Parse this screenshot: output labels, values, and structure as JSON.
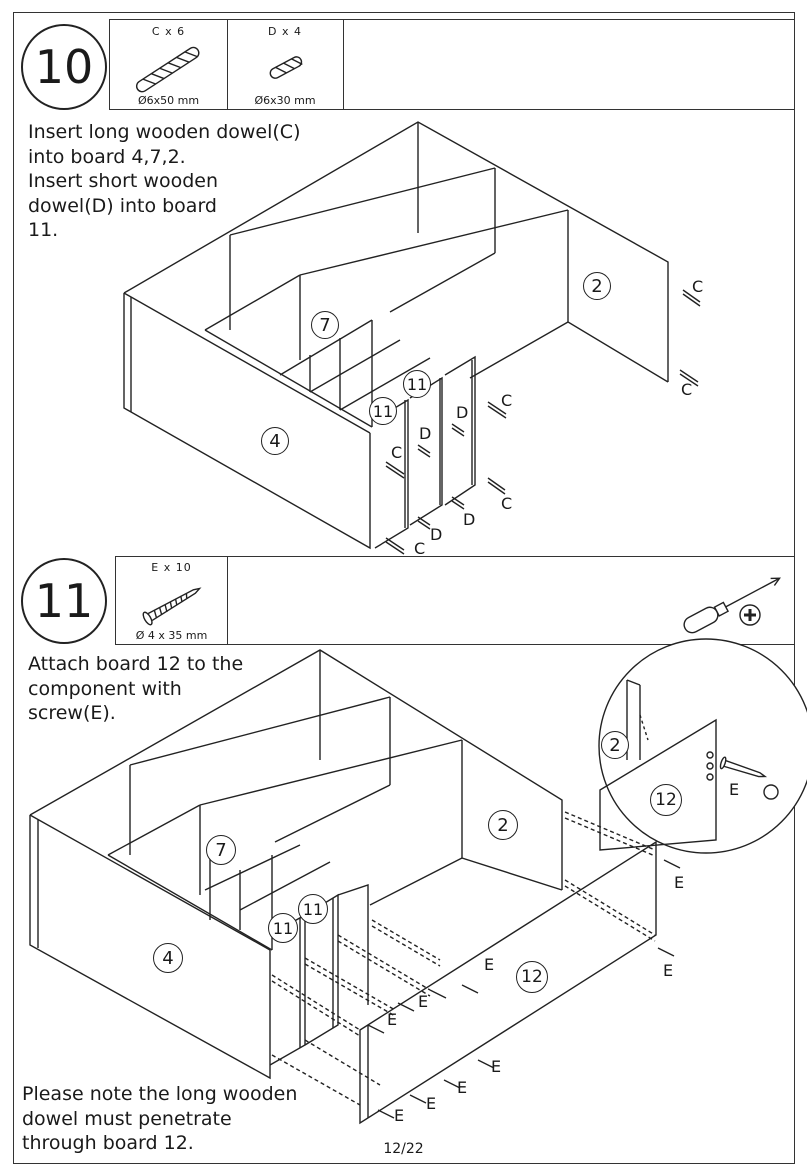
{
  "page": "12/22",
  "step10": {
    "number": "10",
    "parts": [
      {
        "qty": "C x 6",
        "dim": "Ø6x50 mm",
        "icon": "long-dowel-icon"
      },
      {
        "qty": "D x 4",
        "dim": "Ø6x30 mm",
        "icon": "short-dowel-icon"
      }
    ],
    "instruction": "Insert long wooden dowel(C)\ninto board 4,7,2.\nInsert short wooden\ndowel(D) into board\n11.",
    "boards": {
      "b2": "2",
      "b7": "7",
      "b11a": "11",
      "b11b": "11",
      "b4": "4"
    },
    "letters": {
      "c": "C",
      "d": "D"
    }
  },
  "step11": {
    "number": "11",
    "parts": [
      {
        "qty": "E x 10",
        "dim": "Ø 4 x 35 mm",
        "icon": "screw-icon"
      }
    ],
    "tool": "phillips-screwdriver-icon",
    "instruction": "Attach board 12 to the\ncomponent with\nscrew(E).",
    "boards": {
      "b2": "2",
      "b7": "7",
      "b11a": "11",
      "b11b": "11",
      "b4": "4",
      "b12": "12"
    },
    "detail": {
      "b2": "2",
      "b12": "12",
      "e": "E"
    },
    "letters": {
      "e": "E"
    },
    "note": "Please note the long wooden\ndowel must penetrate\nthrough board 12."
  }
}
